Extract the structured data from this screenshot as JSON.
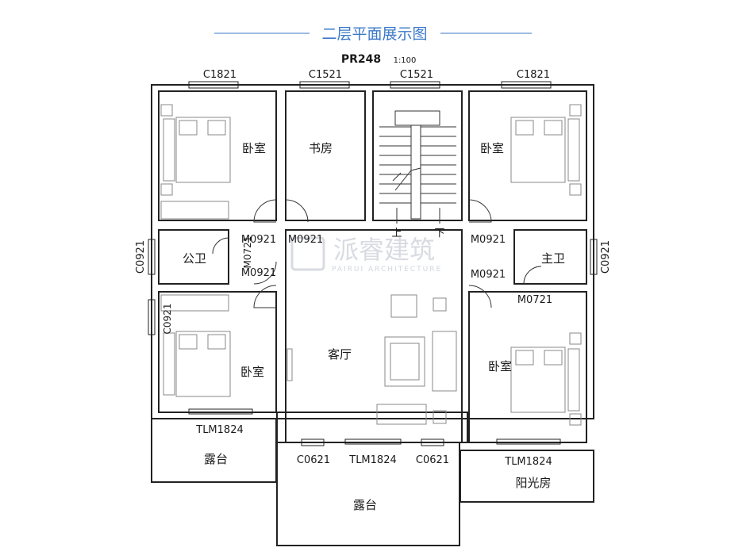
{
  "header": {
    "title": "二层平面展示图",
    "code": "PR248",
    "scale": "1:100",
    "accent": "#3a78c8"
  },
  "watermark": {
    "main": "派睿建筑",
    "sub": "PAIRUI ARCHITECTURE"
  },
  "rooms": {
    "bedroom_nw": "卧室",
    "study": "书房",
    "bedroom_ne": "卧室",
    "public_bath": "公卫",
    "master_bath": "主卫",
    "living": "客厅",
    "bedroom_sw": "卧室",
    "bedroom_se": "卧室",
    "terrace_w": "露台",
    "terrace_s": "露台",
    "sunroom": "阳光房"
  },
  "stairs": {
    "up": "上",
    "down": "下"
  },
  "windows": {
    "c1821_left": "C1821",
    "c1521_left": "C1521",
    "c1521_right": "C1521",
    "c1821_right": "C1821",
    "c0921_left_outer": "C0921",
    "c0921_right_outer": "C0921",
    "c0921_left_inner": "C0921",
    "c0621_left": "C0621",
    "c0621_right": "C0621"
  },
  "doors": {
    "m0921_a": "M0921",
    "m0721_vertical": "M0721",
    "m0921_b": "M0921",
    "m0921_study": "M0921",
    "m0921_ne": "M0921",
    "m0921_se": "M0921",
    "m0721_master": "M0721",
    "tlm1824_w": "TLM1824",
    "tlm1824_s": "TLM1824",
    "tlm1824_e": "TLM1824"
  }
}
